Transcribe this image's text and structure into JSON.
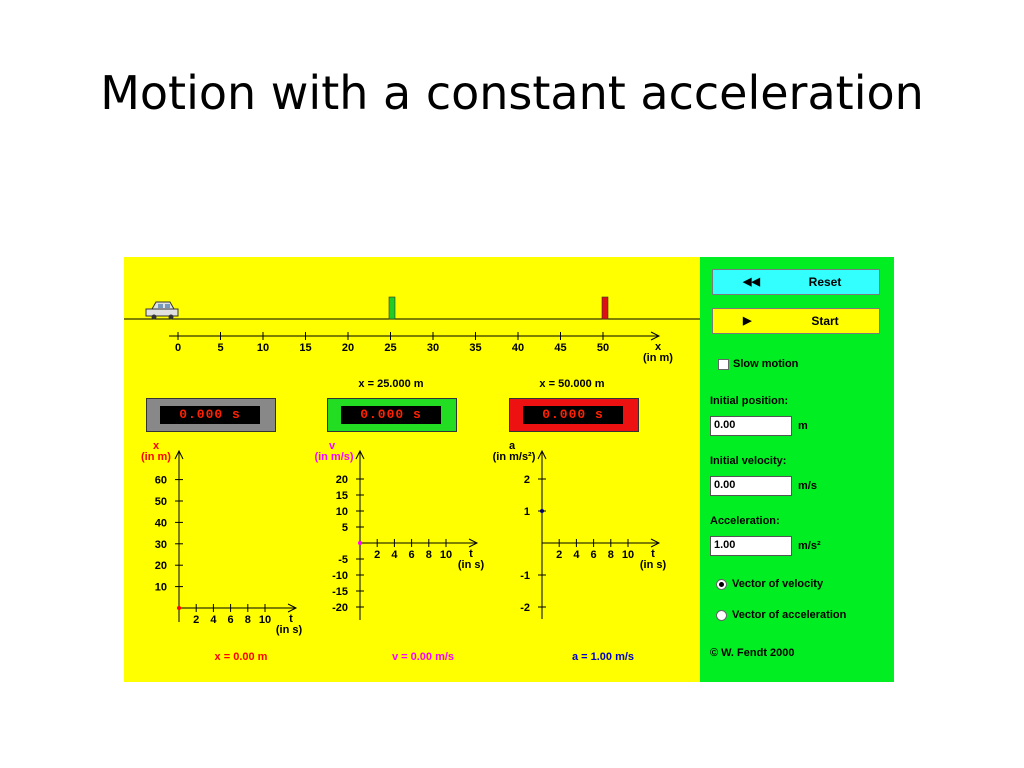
{
  "slide": {
    "title": "Motion with a constant acceleration"
  },
  "track": {
    "ticks": [
      "0",
      "5",
      "10",
      "15",
      "20",
      "25",
      "30",
      "35",
      "40",
      "45",
      "50"
    ],
    "axis_var": "x",
    "axis_unit": "(in m)",
    "markers": [
      {
        "label": "x = 25.000 m",
        "color": "#22cc22"
      },
      {
        "label": "x = 50.000 m",
        "color": "#dd1111"
      }
    ]
  },
  "clocks": [
    {
      "value": "0.000  s",
      "frame_color": "#888888"
    },
    {
      "value": "0.000  s",
      "frame_color": "#22dd22"
    },
    {
      "value": "0.000  s",
      "frame_color": "#ee1111"
    }
  ],
  "graphs": {
    "position": {
      "var": "x",
      "unit": "(in m)",
      "y_ticks": [
        "60",
        "50",
        "40",
        "30",
        "20",
        "10"
      ],
      "t_ticks": [
        "2",
        "4",
        "6",
        "8",
        "10"
      ],
      "t_var": "t",
      "t_unit": "(in s)",
      "readout": "x = 0.00 m",
      "readout_color": "#ff0000"
    },
    "velocity": {
      "var": "v",
      "unit": "(in m/s)",
      "y_ticks_pos": [
        "20",
        "15",
        "10",
        "5"
      ],
      "y_ticks_neg": [
        "-5",
        "-10",
        "-15",
        "-20"
      ],
      "t_ticks": [
        "2",
        "4",
        "6",
        "8",
        "10"
      ],
      "t_var": "t",
      "t_unit": "(in s)",
      "readout": "v = 0.00 m/s",
      "readout_color": "#ff00ff"
    },
    "acceleration": {
      "var": "a",
      "unit": "(in m/s²)",
      "y_ticks_pos": [
        "2",
        "1"
      ],
      "y_ticks_neg": [
        "-1",
        "-2"
      ],
      "t_ticks": [
        "2",
        "4",
        "6",
        "8",
        "10"
      ],
      "t_var": "t",
      "t_unit": "(in s)",
      "readout": "a = 1.00 m/s",
      "readout_color": "#0000cc"
    }
  },
  "panel": {
    "reset_icon": "rewind-icon",
    "reset_glyph": "◀◀",
    "reset_label": "Reset",
    "start_icon": "play-icon",
    "start_glyph": "▶",
    "start_label": "Start",
    "slow_motion_label": "Slow motion",
    "initial_position_label": "Initial position:",
    "initial_position_value": "0.00",
    "initial_position_unit": "m",
    "initial_velocity_label": "Initial velocity:",
    "initial_velocity_value": "0.00",
    "initial_velocity_unit": "m/s",
    "acceleration_label": "Acceleration:",
    "acceleration_value": "1.00",
    "acceleration_unit": "m/s²",
    "vector_velocity_label": "Vector of velocity",
    "vector_acceleration_label": "Vector of acceleration",
    "copyright": "© W. Fendt 2000"
  },
  "colors": {
    "applet_bg": "#ffff00",
    "panel_bg": "#00ee22",
    "reset_bg": "#33ffff"
  }
}
